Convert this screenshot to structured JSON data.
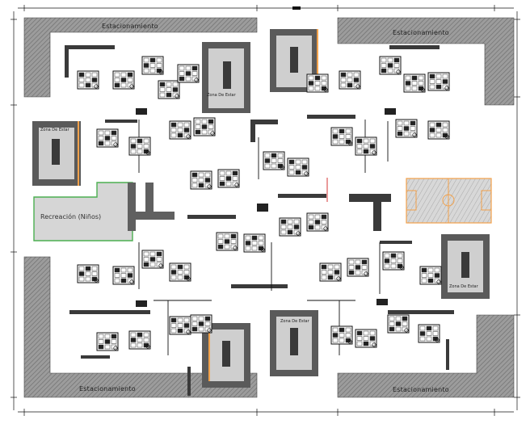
{
  "labels": {
    "parking_nw": "Estacionamiento",
    "parking_ne": "Estacionamiento",
    "parking_sw": "Estacionamiento",
    "parking_se": "Estacionamiento",
    "recreation": "Recreación (Niños)",
    "rest_zone_1": "Zona De Estar",
    "rest_zone_2": "Zona De Estar",
    "rest_zone_3": "Zona De Estar",
    "rest_zone_4": "Zona De Estar"
  },
  "colors": {
    "hatch": "#8a8a8a",
    "dark": "#3a3a3a",
    "mid": "#9a9a9a",
    "light": "#cfcfcf",
    "green": "#4caf50",
    "orange": "#f2a14a",
    "line": "#111111"
  },
  "icons": [
    "building-block-icon",
    "court-icon",
    "parking-lot-icon",
    "planter-icon"
  ]
}
